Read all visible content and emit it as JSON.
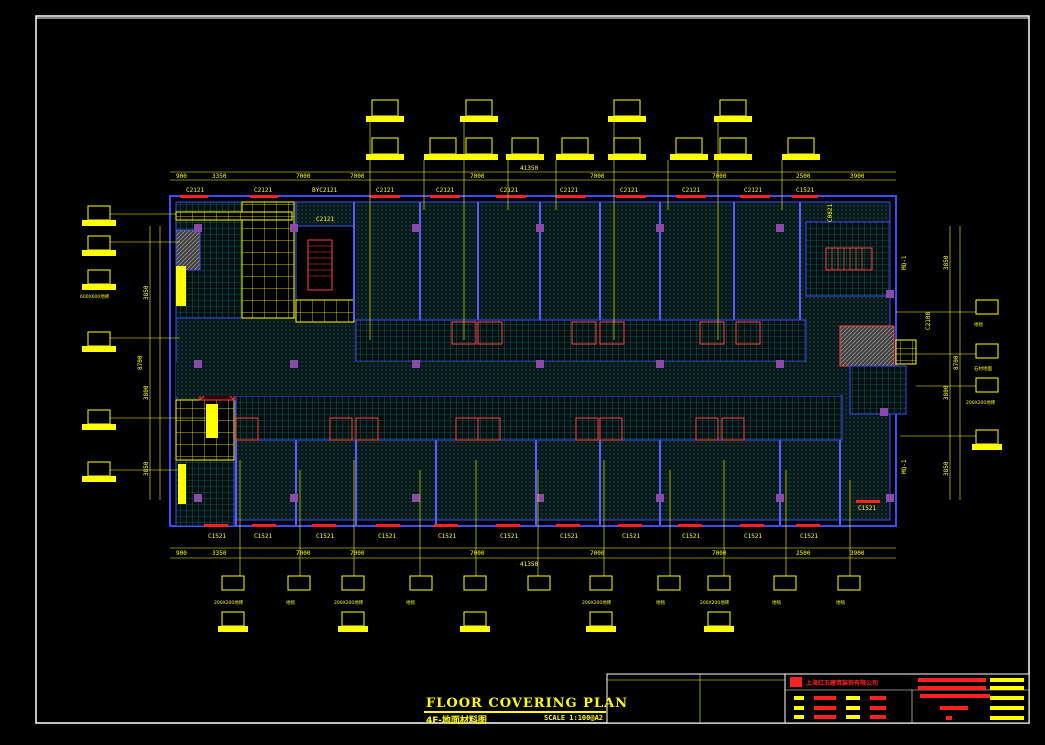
{
  "drawing": {
    "title": "FLOOR COVERING PLAN",
    "subtitle": "4F-地面材料图",
    "scale": "SCALE 1:100@A2",
    "company": "上海红五建筑装饰有限公司"
  },
  "dimensions": {
    "top": [
      "900",
      "3350",
      "7000",
      "7000",
      "7000",
      "7000",
      "7000",
      "2500",
      "3900"
    ],
    "top_total": "41350",
    "bottom": [
      "900",
      "3350",
      "7000",
      "7000",
      "7000",
      "7000",
      "7000",
      "2500",
      "3900"
    ],
    "bottom_total": "41350",
    "left": [
      "3850",
      "3800",
      "3850"
    ],
    "left_total": "8700",
    "right": [
      "3850",
      "3800",
      "3850"
    ],
    "right_total": "8700"
  },
  "window_labels_top": [
    "C2121",
    "C2121",
    "BYC2121",
    "C2121",
    "C2121",
    "C2121",
    "C2121",
    "C2121",
    "C2121",
    "C2121",
    "C1521"
  ],
  "window_labels_bottom": [
    "C1521",
    "C1521",
    "C1521",
    "C1521",
    "C1521",
    "C1521",
    "C1521",
    "C1521",
    "C1521",
    "C1521",
    "C1521"
  ],
  "stair_label": "C2121",
  "side_labels": {
    "right_upper": "C2108",
    "right_door_1": "MQ-1",
    "right_door_2": "MQ-1",
    "c1521_right": "C1521",
    "c0821": "C0821"
  },
  "tag_notes": {
    "tile_600": "600X600地砖",
    "carpet": "地毯",
    "stone": "石材地面",
    "tile_200": "200X200地砖"
  }
}
